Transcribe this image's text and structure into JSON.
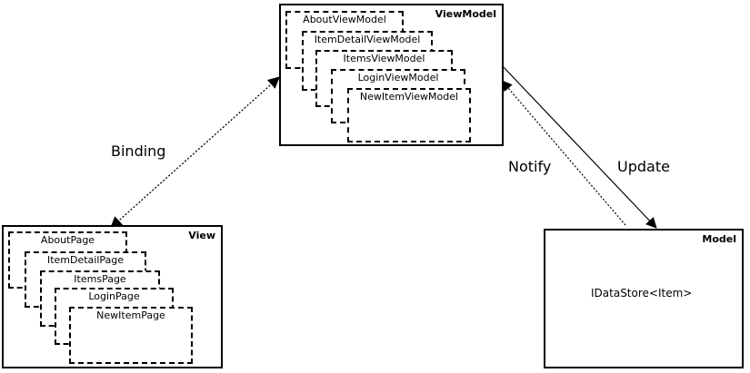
{
  "viewmodel": {
    "title": "ViewModel",
    "items": [
      "AboutViewModel",
      "ItemDetailViewModel",
      "ItemsViewModel",
      "LoginViewModel",
      "NewItemViewModel"
    ]
  },
  "view": {
    "title": "View",
    "items": [
      "AboutPage",
      "ItemDetailPage",
      "ItemsPage",
      "LoginPage",
      "NewItemPage"
    ]
  },
  "model": {
    "title": "Model",
    "content": "IDataStore<Item>"
  },
  "labels": {
    "binding": "Binding",
    "notify": "Notify",
    "update": "Update"
  }
}
